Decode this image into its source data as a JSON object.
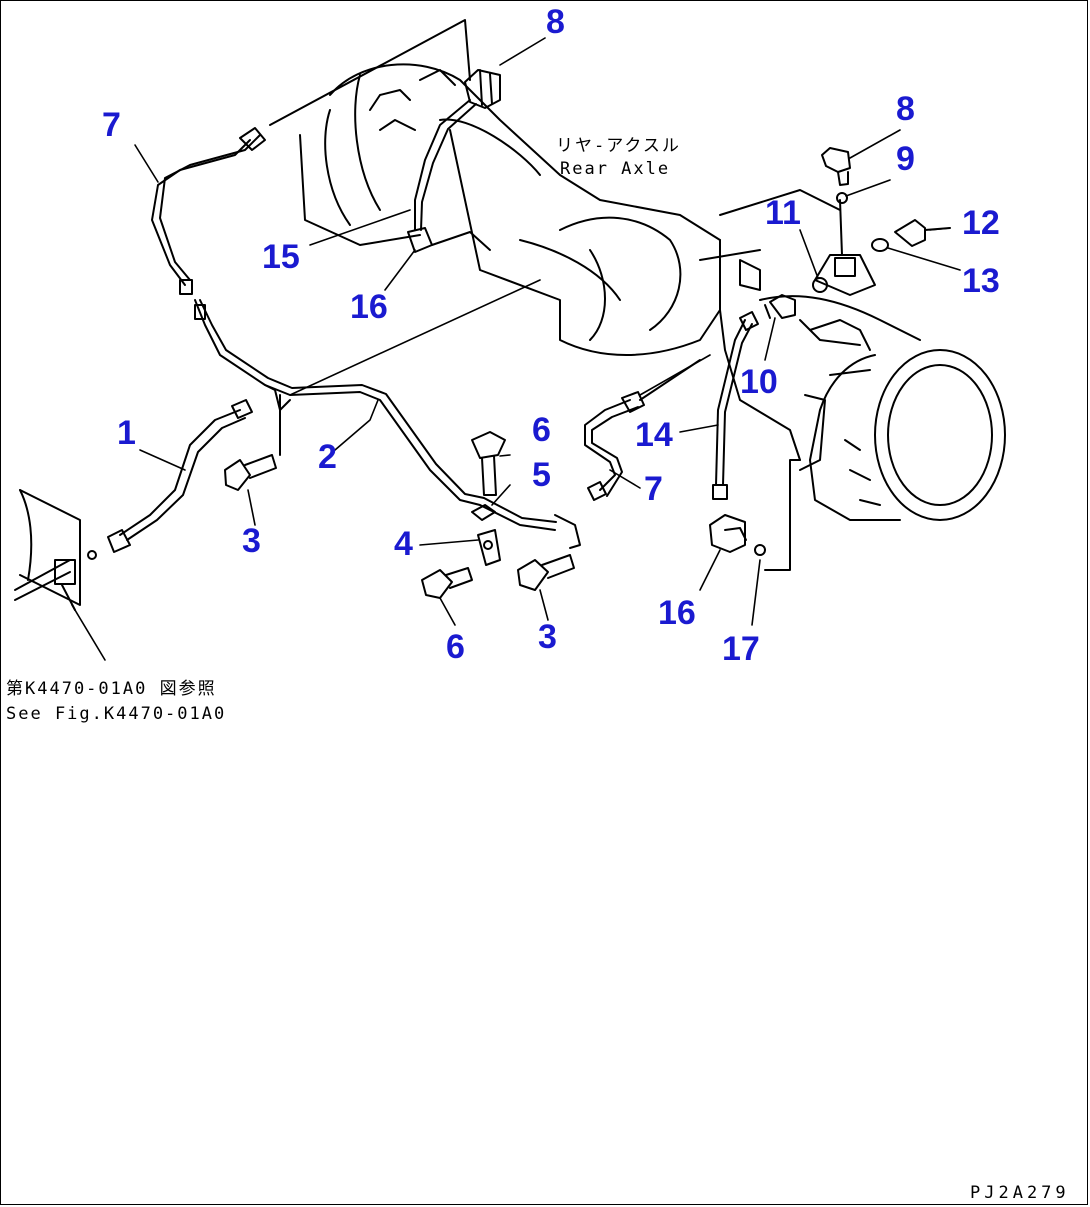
{
  "labels": {
    "rear_axle_jp": "リヤ-アクスル",
    "rear_axle_en": "Rear Axle",
    "ref_jp": "第K4470-01A0 図参照",
    "ref_en": "See Fig.K4470-01A0",
    "drawing_code": "PJ2A279"
  },
  "callouts": {
    "c1": "1",
    "c2": "2",
    "c3a": "3",
    "c3b": "3",
    "c4": "4",
    "c5": "5",
    "c6a": "6",
    "c6b": "6",
    "c7a": "7",
    "c7b": "7",
    "c8a": "8",
    "c8b": "8",
    "c9": "9",
    "c10": "10",
    "c11": "11",
    "c12": "12",
    "c13": "13",
    "c14": "14",
    "c15": "15",
    "c16a": "16",
    "c16b": "16",
    "c17": "17"
  },
  "colors": {
    "callout": "#1a1ad0",
    "line": "#000000"
  }
}
